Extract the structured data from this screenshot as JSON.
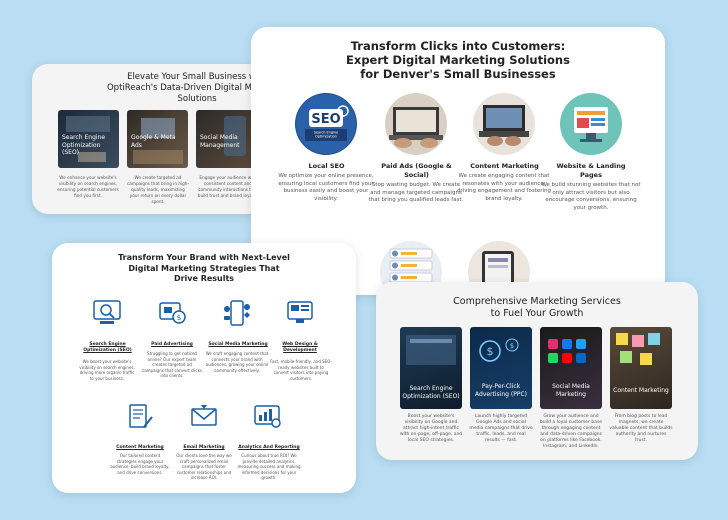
{
  "card_small": {
    "title": "Elevate Your Small Business with OptiReach's Data-Driven Digital Marketing Solutions",
    "tiles": [
      {
        "label": "Search Engine Optimization (SEO)",
        "desc": "We enhance your website's visibility on search engines, ensuring potential customers find you first."
      },
      {
        "label": "Google & Meta Ads",
        "desc": "We create targeted ad campaigns that bring in high-quality leads, maximizing your return on every dollar spent."
      },
      {
        "label": "Social Media Management",
        "desc": "Engage your audience with consistent content and community interactions that build trust and brand loyalty."
      }
    ]
  },
  "card_main": {
    "title_1": "Transform Clicks into Customers:",
    "title_2": "Expert Digital Marketing Solutions",
    "title_3": "for Denver's Small Businesses",
    "seo_badge": "SEO",
    "seo_badge_sub": "Search Engine Optimization",
    "services": [
      {
        "name": "Local SEO",
        "desc": "We optimize your online presence, ensuring local customers find your business easily and boost your visibility."
      },
      {
        "name": "Paid Ads (Google & Social)",
        "desc": "Stop wasting budget. We create and manage targeted campaigns that bring you qualified leads fast."
      },
      {
        "name": "Content Marketing",
        "desc": "We create engaging content that resonates with your audience, driving engagement and fostering brand loyalty."
      },
      {
        "name": "Website & Landing Pages",
        "desc": "We build stunning websites that not only attract visitors but also encourage conversions, ensuring your growth."
      }
    ]
  },
  "card_icons": {
    "title_1": "Transform Your Brand with Next-Level",
    "title_2": "Digital Marketing Strategies That",
    "title_3": "Drive Results",
    "items": [
      {
        "name": "Search Engine Optimization (SEO)",
        "desc": "We boost your website's visibility on search engines, driving more organic traffic to your business."
      },
      {
        "name": "Paid Advertising",
        "desc": "Struggling to get noticed online? Our expert team creates targeted ad campaigns that convert clicks into clients."
      },
      {
        "name": "Social Media Marketing",
        "desc": "We craft engaging content that connects your brand with audiences, growing your online community effectively."
      },
      {
        "name": "Web Design & Development",
        "desc": "Fast, mobile-friendly, and SEO-ready websites built to convert visitors into paying customers."
      },
      {
        "name": "Content Marketing",
        "desc": "Our tailored content strategies engage your audience, build brand loyalty, and drive conversions."
      },
      {
        "name": "Email Marketing",
        "desc": "Our clients love the way we craft personalized email campaigns that foster customer relationships and increase ROI."
      },
      {
        "name": "Analytics And Reporting",
        "desc": "Curious about true ROI? We provide detailed analytics, measuring success and making informed decisions for your growth."
      }
    ]
  },
  "card_services": {
    "title_1": "Comprehensive Marketing Services",
    "title_2": "to Fuel Your Growth",
    "tiles": [
      {
        "label": "Search Engine Optimization (SEO)",
        "desc": "Boost your website's visibility on Google and attract high-intent traffic with on-page, off-page, and local SEO strategies."
      },
      {
        "label": "Pay-Per-Click Advertising (PPC)",
        "desc": "Launch highly targeted Google Ads and social media campaigns that drive traffic, leads, and real results — fast."
      },
      {
        "label": "Social Media Marketing",
        "desc": "Grow your audience and build a loyal customer base through engaging content and data-driven campaigns on platforms like Facebook, Instagram, and LinkedIn."
      },
      {
        "label": "Content Marketing",
        "desc": "From blog posts to lead magnets, we create valuable content that builds authority and nurtures trust."
      }
    ]
  }
}
